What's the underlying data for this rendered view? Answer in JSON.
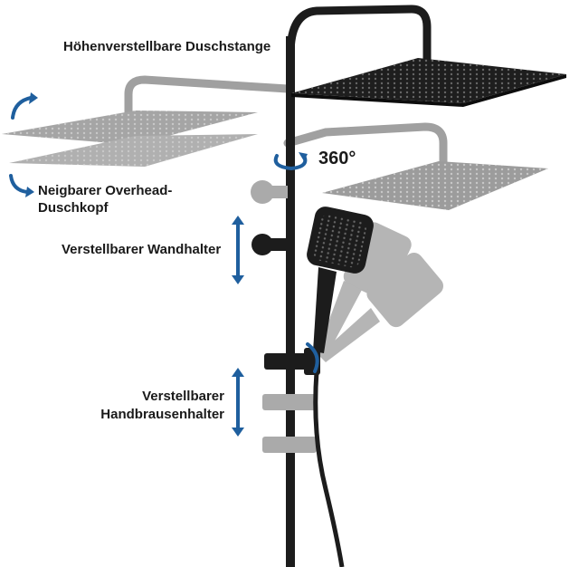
{
  "labels": {
    "pole": "Höhenverstellbare Duschstange",
    "rotation": "360°",
    "overhead_line1": "Neigbarer Overhead-",
    "overhead_line2": "Duschkopf",
    "wall_bracket": "Verstellbarer Wandhalter",
    "holder_line1": "Verstellbarer",
    "holder_line2": "Handbrausenhalter"
  },
  "colors": {
    "product": "#1c1c1c",
    "ghost": "#9a9a9a",
    "arrow": "#1f5f9e"
  }
}
